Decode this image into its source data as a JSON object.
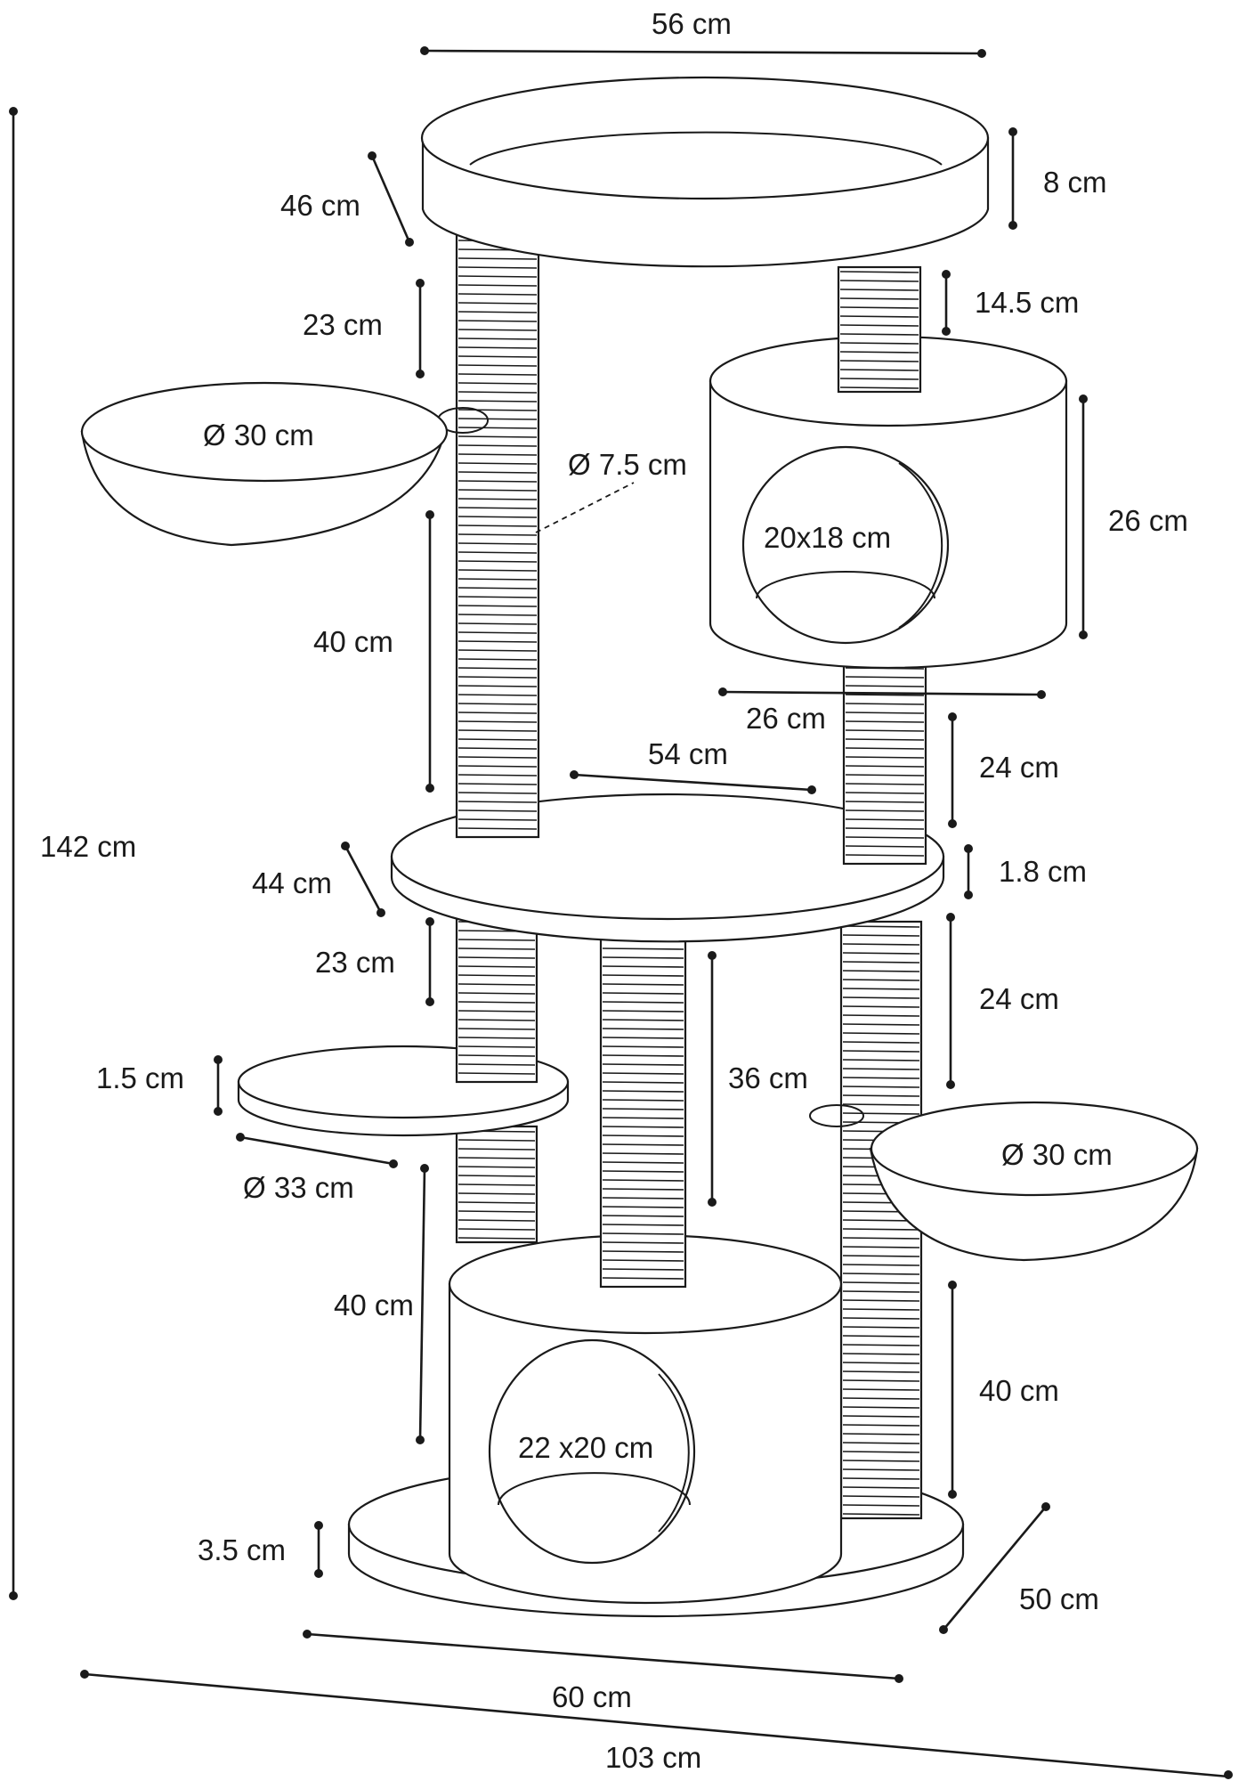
{
  "dimensions": {
    "top_width": "56 cm",
    "top_height": "8 cm",
    "top_depth": "46 cm",
    "upper_left_post_gap": "23 cm",
    "upper_right_post": "14.5 cm",
    "left_bowl_diameter": "Ø 30 cm",
    "post_diameter": "Ø 7.5 cm",
    "upper_cave_height": "26 cm",
    "upper_cave_opening": "20x18 cm",
    "left_post_height": "40 cm",
    "upper_cave_width": "26 cm",
    "middle_platform_width": "54 cm",
    "right_post_height_upper": "24 cm",
    "middle_platform_depth": "44 cm",
    "middle_platform_thickness": "1.8 cm",
    "lower_left_post_gap": "23 cm",
    "right_post_height_lower": "24 cm",
    "center_post_height": "36 cm",
    "small_platform_thickness": "1.5 cm",
    "small_platform_diameter": "Ø 33 cm",
    "right_bowl_diameter": "Ø 30 cm",
    "lower_left_post_height": "40 cm",
    "lower_cave_opening": "22 x20 cm",
    "lower_right_post_height": "40 cm",
    "base_thickness": "3.5 cm",
    "base_depth": "50 cm",
    "base_width": "60 cm",
    "overall_height": "142 cm",
    "overall_width": "103 cm"
  },
  "colors": {
    "line": "#1a1a1a",
    "background": "#ffffff"
  }
}
